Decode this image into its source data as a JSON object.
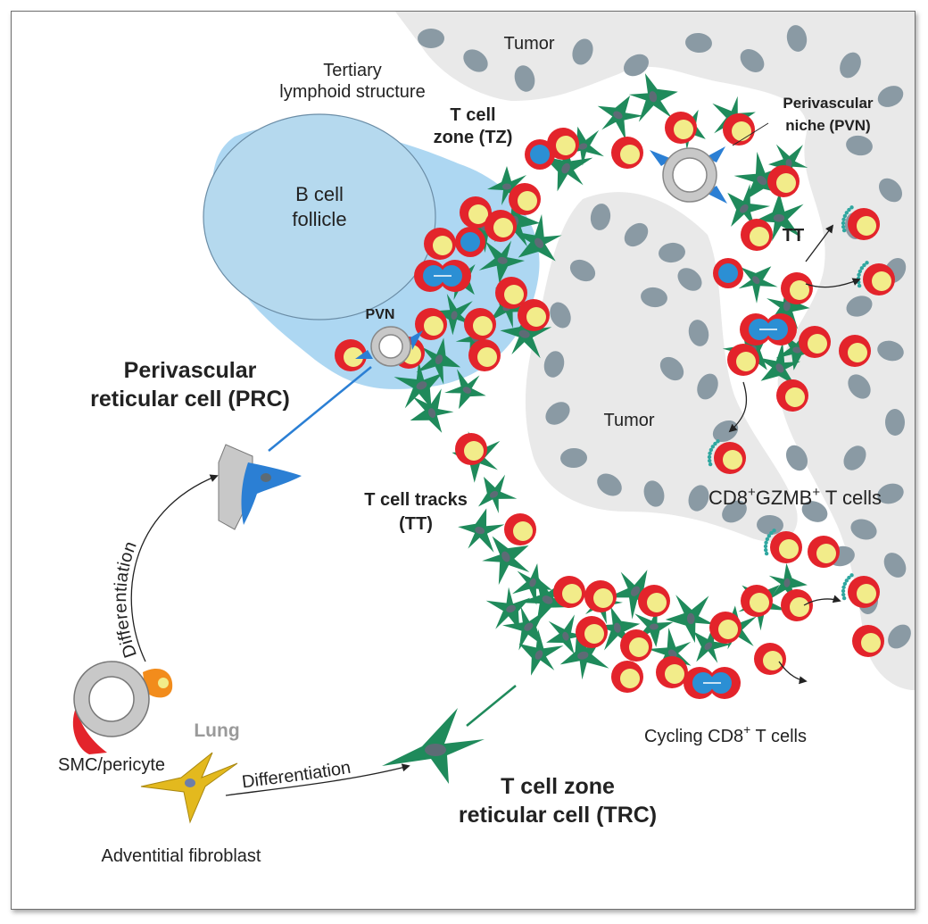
{
  "labels": {
    "tumor_top": "Tumor",
    "tumor_mid": "Tumor",
    "tls_line1": "Tertiary",
    "tls_line2": "lymphoid structure",
    "tz_line1": "T cell",
    "tz_line2": "zone (TZ)",
    "bcell_line1": "B cell",
    "bcell_line2": "follicle",
    "pvn_small": "PVN",
    "pvn_line1": "Perivascular",
    "pvn_line2": "niche (PVN)",
    "tt_small": "TT",
    "prc_line1": "Perivascular",
    "prc_line2": "reticular cell (PRC)",
    "tracks_line1": "T cell tracks",
    "tracks_line2": "(TT)",
    "cd8_gzmb_a": "CD8",
    "cd8_gzmb_sup1": "+",
    "cd8_gzmb_b": "GZMB",
    "cd8_gzmb_sup2": "+",
    "cd8_gzmb_c": " T cells",
    "diff_vertical": "Differentiation",
    "diff_horizontal": "Differentiation",
    "lung": "Lung",
    "cycling_a": "Cycling CD8",
    "cycling_sup": "+",
    "cycling_b": " T cells",
    "smc": "SMC/pericyte",
    "trc_line1": "T cell zone",
    "trc_line2": "reticular cell (TRC)",
    "adventitial": "Adventitial fibroblast"
  },
  "colors": {
    "tumor_region": "#e9e9e9",
    "tumor_cell": "#8a9aa4",
    "tls_halo": "#9fd0f0",
    "b_follicle": "#b5d9ee",
    "t_cell_ring": "#e3242b",
    "t_cell_core": "#f2ec8a",
    "cycling_core": "#2b8fd4",
    "trc_cell": "#1f8a5b",
    "prc_cell": "#2b7fd4",
    "vessel": "#c8c8c8",
    "smc_orange": "#f28c1c",
    "adventitial_fibroblast": "#e3b91e",
    "granzyme_dot": "#2fa7a0",
    "lung_text": "#9a9a9a"
  }
}
